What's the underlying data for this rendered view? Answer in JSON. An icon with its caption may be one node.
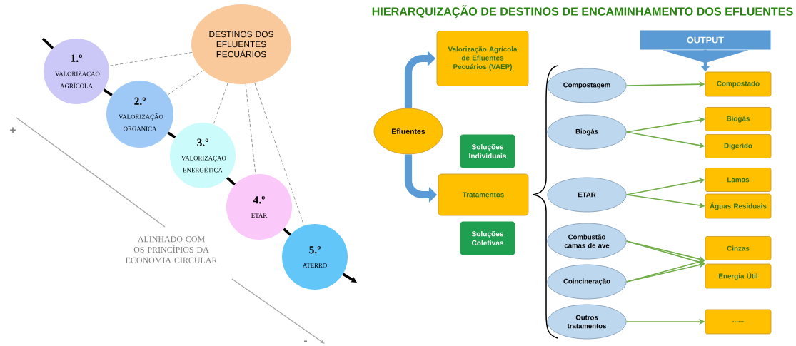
{
  "diagram": {
    "title": "HIERARQUIZAÇÃO DE DESTINOS DE ENCAMINHAMENTO DOS EFLUENTES",
    "nodes": [
      {
        "text": [
          "DESTINOS DOS EFLUENTES PECUÁRIOS"
        ]
      },
      {
        "text": [
          "1.º",
          "VALORIZAÇAO AGRÍCOLA"
        ]
      },
      {
        "text": [
          "2.º",
          "VALORIZAÇÃO ORGANICA"
        ]
      },
      {
        "text": [
          "3.º",
          "VALORIZAÇAO ENERGÉTICA"
        ]
      },
      {
        "text": [
          "4.º",
          "ETAR"
        ]
      },
      {
        "text": [
          "5.º",
          "ATERRO"
        ]
      },
      {
        "text": [
          "Efluentes"
        ]
      },
      {
        "text": [
          "Valorização Agrícola de Efluentes Pecuários (VAEP)"
        ]
      },
      {
        "text": [
          "Soluções Individuais"
        ]
      },
      {
        "text": [
          "Tratamentos"
        ]
      },
      {
        "text": [
          "Soluções Coletivas"
        ]
      },
      {
        "text": [
          "OUTPUT"
        ]
      },
      {
        "text": [
          "Compostagem"
        ]
      },
      {
        "text": [
          "Compostado"
        ]
      },
      {
        "text": [
          "Biogás"
        ]
      },
      {
        "text": [
          "Biogás"
        ]
      },
      {
        "text": [
          "Digerido"
        ]
      },
      {
        "text": [
          "ETAR"
        ]
      },
      {
        "text": [
          "Lamas"
        ]
      },
      {
        "text": [
          "Águas Residuais"
        ]
      },
      {
        "text": [
          "Combustão camas de ave"
        ]
      },
      {
        "text": [
          "Coincineração"
        ]
      },
      {
        "text": [
          "Cinzas"
        ]
      },
      {
        "text": [
          "Energia Útil"
        ]
      },
      {
        "text": [
          "Outros tratamentos"
        ]
      },
      {
        "text": [
          "......"
        ]
      }
    ],
    "edges": [
      {
        "from": 0,
        "to": 1,
        "arrow": "none",
        "style": "dashed",
        "color": "#666666"
      },
      {
        "from": 0,
        "to": 2,
        "arrow": "none",
        "style": "dashed",
        "color": "#666666"
      },
      {
        "from": 0,
        "to": 3,
        "arrow": "none",
        "style": "dashed",
        "color": "#666666"
      },
      {
        "from": 0,
        "to": 4,
        "arrow": "none",
        "style": "dashed",
        "color": "#666666"
      },
      {
        "from": 0,
        "to": 5,
        "arrow": "none",
        "style": "dashed",
        "color": "#666666"
      },
      {
        "from": null,
        "to": 1,
        "arrow": "none",
        "style": "thick",
        "color": "#000000"
      },
      {
        "from": 1,
        "to": 2,
        "arrow": "none",
        "style": "thick",
        "color": "#000000"
      },
      {
        "from": 2,
        "to": 3,
        "arrow": "none",
        "style": "thick",
        "color": "#000000"
      },
      {
        "from": 3,
        "to": 4,
        "arrow": "none",
        "style": "thick",
        "color": "#000000"
      },
      {
        "from": 4,
        "to": 5,
        "arrow": "none",
        "style": "thick",
        "color": "#000000"
      },
      {
        "from": 5,
        "to": null,
        "arrow": "to",
        "style": "thick",
        "color": "#000000"
      },
      {
        "from": 6,
        "to": 7,
        "arrow": "to",
        "style": "thick",
        "color": "#5b9bd5"
      },
      {
        "from": 6,
        "to": 9,
        "arrow": "to",
        "style": "thick",
        "color": "#5b9bd5"
      },
      {
        "from": 12,
        "to": 13,
        "arrow": "to"
      },
      {
        "from": 14,
        "to": 15,
        "arrow": "to"
      },
      {
        "from": 14,
        "to": 16,
        "arrow": "to"
      },
      {
        "from": 17,
        "to": 18,
        "arrow": "to"
      },
      {
        "from": 17,
        "to": 19,
        "arrow": "to"
      },
      {
        "from": 20,
        "to": 22,
        "arrow": "to"
      },
      {
        "from": 20,
        "to": 23,
        "arrow": "to"
      },
      {
        "from": 21,
        "to": 22,
        "arrow": "to"
      },
      {
        "from": 21,
        "to": 23,
        "arrow": "to"
      },
      {
        "from": 24,
        "to": 25,
        "arrow": "to"
      },
      {
        "from": 11,
        "to": 13,
        "arrow": "to",
        "style": "thick",
        "color": "#5b9bd5"
      }
    ],
    "labels": [
      "+",
      "ALINHADO COM OS PRINCÍPIOS DA ECONOMIA CIRCULAR",
      "-"
    ]
  }
}
